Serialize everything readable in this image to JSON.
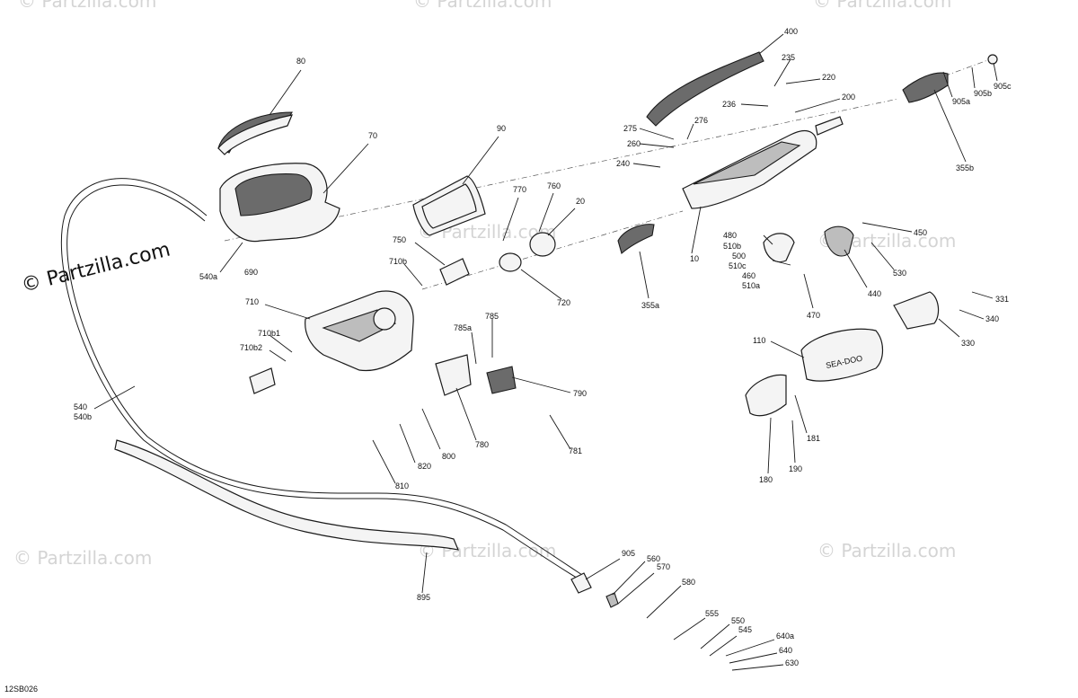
{
  "diagram": {
    "reference_code": "12SB026",
    "brand_text": "© Partzilla.com",
    "watermark_text": "© Partzilla.com",
    "cover_logo_text": "SEA-DOO",
    "callouts": [
      "80",
      "70",
      "540a",
      "90",
      "770",
      "760",
      "20",
      "750",
      "710b",
      "720",
      "690",
      "710",
      "710b1",
      "710b2",
      "540",
      "540b",
      "785a",
      "785",
      "790",
      "780",
      "781",
      "800",
      "820",
      "810",
      "895",
      "400",
      "235",
      "220",
      "236",
      "200",
      "275",
      "276",
      "260",
      "240",
      "10",
      "355a",
      "480",
      "510b",
      "500",
      "510c",
      "460",
      "510a",
      "470",
      "450",
      "530",
      "440",
      "905a",
      "905b",
      "905c",
      "355b",
      "331",
      "340",
      "330",
      "110",
      "181",
      "190",
      "180",
      "905",
      "560",
      "570",
      "580",
      "555",
      "550",
      "545",
      "640a",
      "640",
      "630"
    ]
  }
}
